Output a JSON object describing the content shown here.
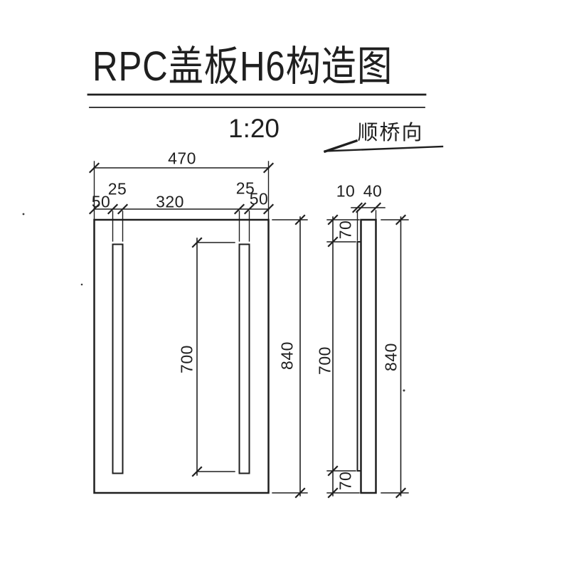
{
  "drawing": {
    "title": "RPC盖板H6构造图",
    "scale": "1:20",
    "direction_note": "顺桥向"
  },
  "plan_view": {
    "overall_width": "470",
    "edge_left": "50",
    "slot_left_width": "25",
    "center_span": "320",
    "slot_right_width": "25",
    "edge_right": "50",
    "slot_length": "700",
    "overall_height": "840"
  },
  "side_view": {
    "rib_thickness": "10",
    "plate_thickness": "40",
    "top_offset": "70",
    "rib_length": "700",
    "bottom_offset": "70",
    "overall_height": "840"
  },
  "colors": {
    "ink": "#1f1f1f",
    "paper": "#ffffff"
  }
}
